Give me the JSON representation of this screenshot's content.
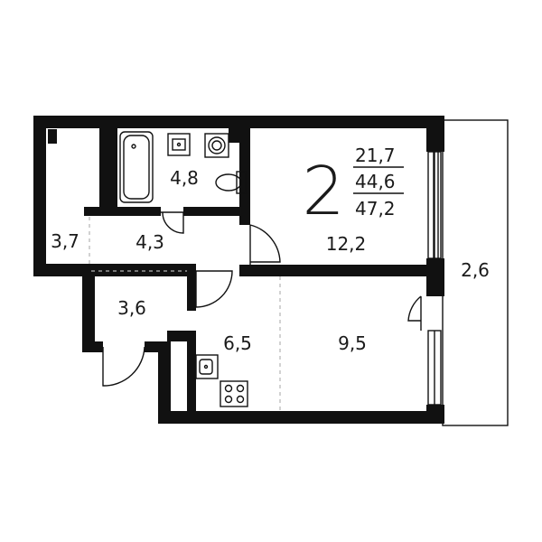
{
  "plan": {
    "room_count": "2",
    "stats": {
      "living_area": "21,7",
      "total_area": "44,6",
      "total_with_balcony": "47,2"
    },
    "rooms": {
      "bathroom": "4,8",
      "hall": "4,3",
      "wardrobe": "3,7",
      "entrance": "3,6",
      "living_room": "12,2",
      "kitchen": "6,5",
      "bedroom": "9,5",
      "balcony": "2,6"
    }
  }
}
